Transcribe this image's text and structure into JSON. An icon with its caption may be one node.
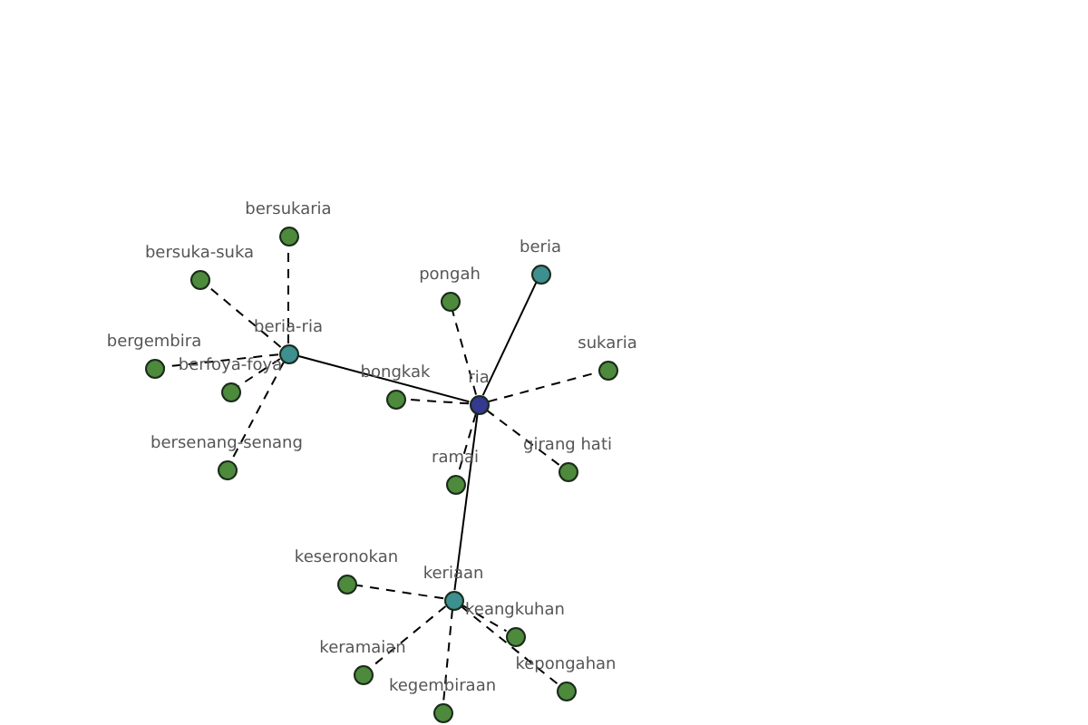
{
  "diagram": {
    "nodes": [
      {
        "text": [
          "ria"
        ]
      },
      {
        "text": [
          "beria-ria"
        ]
      },
      {
        "text": [
          "beria"
        ]
      },
      {
        "text": [
          "keriaan"
        ]
      },
      {
        "text": [
          "pongah"
        ]
      },
      {
        "text": [
          "sukaria"
        ]
      },
      {
        "text": [
          "bongkak"
        ]
      },
      {
        "text": [
          "girang hati"
        ]
      },
      {
        "text": [
          "ramai"
        ]
      },
      {
        "text": [
          "bersukaria"
        ]
      },
      {
        "text": [
          "bersuka-suka"
        ]
      },
      {
        "text": [
          "bergembira"
        ]
      },
      {
        "text": [
          "berfoya-foya"
        ]
      },
      {
        "text": [
          "bersenang-senang"
        ]
      },
      {
        "text": [
          "keseronokan"
        ]
      },
      {
        "text": [
          "keangkuhan"
        ]
      },
      {
        "text": [
          "keramaian"
        ]
      },
      {
        "text": [
          "kegembiraan"
        ]
      },
      {
        "text": [
          "kepongahan"
        ]
      }
    ],
    "edges": [
      {
        "from": 0,
        "to": 1,
        "arrow": "none"
      },
      {
        "from": 0,
        "to": 2,
        "arrow": "none"
      },
      {
        "from": 0,
        "to": 3,
        "arrow": "none"
      },
      {
        "from": 0,
        "to": 4,
        "arrow": "none",
        "style": "dashed"
      },
      {
        "from": 0,
        "to": 5,
        "arrow": "none",
        "style": "dashed"
      },
      {
        "from": 0,
        "to": 6,
        "arrow": "none",
        "style": "dashed"
      },
      {
        "from": 0,
        "to": 7,
        "arrow": "none",
        "style": "dashed"
      },
      {
        "from": 0,
        "to": 8,
        "arrow": "none",
        "style": "dashed"
      },
      {
        "from": 1,
        "to": 9,
        "arrow": "none",
        "style": "dashed"
      },
      {
        "from": 1,
        "to": 10,
        "arrow": "none",
        "style": "dashed"
      },
      {
        "from": 1,
        "to": 11,
        "arrow": "none",
        "style": "dashed"
      },
      {
        "from": 1,
        "to": 12,
        "arrow": "none",
        "style": "dashed"
      },
      {
        "from": 1,
        "to": 13,
        "arrow": "none",
        "style": "dashed"
      },
      {
        "from": 3,
        "to": 14,
        "arrow": "none",
        "style": "dashed"
      },
      {
        "from": 3,
        "to": 15,
        "arrow": "none",
        "style": "dashed"
      },
      {
        "from": 3,
        "to": 16,
        "arrow": "none",
        "style": "dashed"
      },
      {
        "from": 3,
        "to": 17,
        "arrow": "none",
        "style": "dashed"
      },
      {
        "from": 3,
        "to": 18,
        "arrow": "none",
        "style": "dashed"
      }
    ]
  }
}
